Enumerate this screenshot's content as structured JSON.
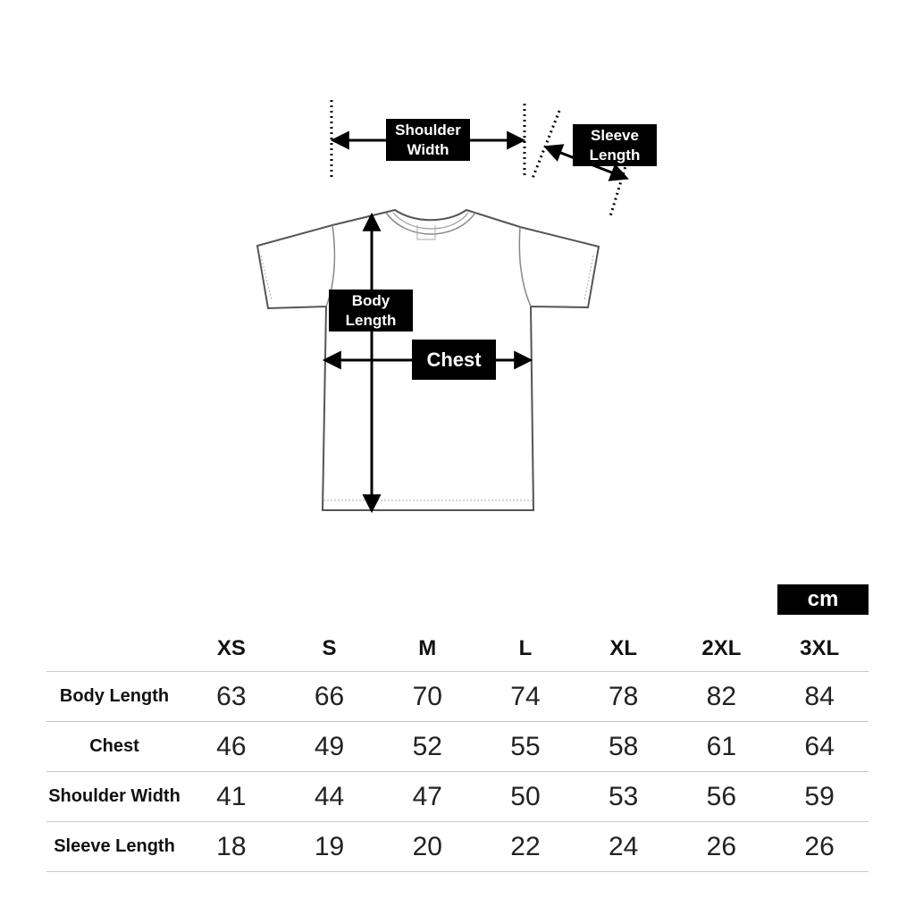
{
  "labels": {
    "shoulder_width": [
      "Shoulder",
      "Width"
    ],
    "sleeve_length": [
      "Sleeve",
      "Length"
    ],
    "body_length": [
      "Body",
      "Length"
    ],
    "chest": "Chest"
  },
  "unit": "cm",
  "table": {
    "sizes": [
      "XS",
      "S",
      "M",
      "L",
      "XL",
      "2XL",
      "3XL"
    ],
    "rows": [
      {
        "label": "Body Length",
        "values": [
          "63",
          "66",
          "70",
          "74",
          "78",
          "82",
          "84"
        ]
      },
      {
        "label": "Chest",
        "values": [
          "46",
          "49",
          "52",
          "55",
          "58",
          "61",
          "64"
        ]
      },
      {
        "label": "Shoulder Width",
        "values": [
          "41",
          "44",
          "47",
          "50",
          "53",
          "56",
          "59"
        ]
      },
      {
        "label": "Sleeve Length",
        "values": [
          "18",
          "19",
          "20",
          "22",
          "24",
          "26",
          "26"
        ]
      }
    ]
  }
}
